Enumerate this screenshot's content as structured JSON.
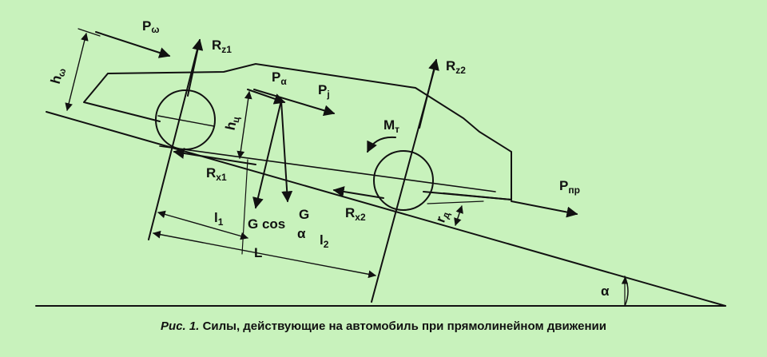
{
  "diagram": {
    "labels": {
      "p_omega": "P",
      "p_omega_sub": "ω",
      "h_omega": "h",
      "h_omega_sub": "ω",
      "rz1": "R",
      "rz1_sub": "z1",
      "rz2": "R",
      "rz2_sub": "z2",
      "p_alpha": "P",
      "p_alpha_sub": "α",
      "pj": "P",
      "pj_sub": "j",
      "h_c": "h",
      "h_c_sub": "ц",
      "m_t": "M",
      "m_t_sub": "т",
      "rx1": "R",
      "rx1_sub": "x1",
      "rx2": "R",
      "rx2_sub": "x2",
      "p_pr": "P",
      "p_pr_sub": "пр",
      "r_d": "r",
      "r_d_sub": "д",
      "l1": "l",
      "l1_sub": "1",
      "l2": "l",
      "l2_sub": "2",
      "L": "L",
      "g_cos": "G cos",
      "g_cos_alpha": "α",
      "g": "G",
      "alpha": "α"
    }
  },
  "caption": {
    "label": "Рис. 1.",
    "text": "Силы, действующие на автомобиль при прямолинейном движении"
  },
  "colors": {
    "background": "#c8f2bc",
    "ink": "#111111"
  }
}
